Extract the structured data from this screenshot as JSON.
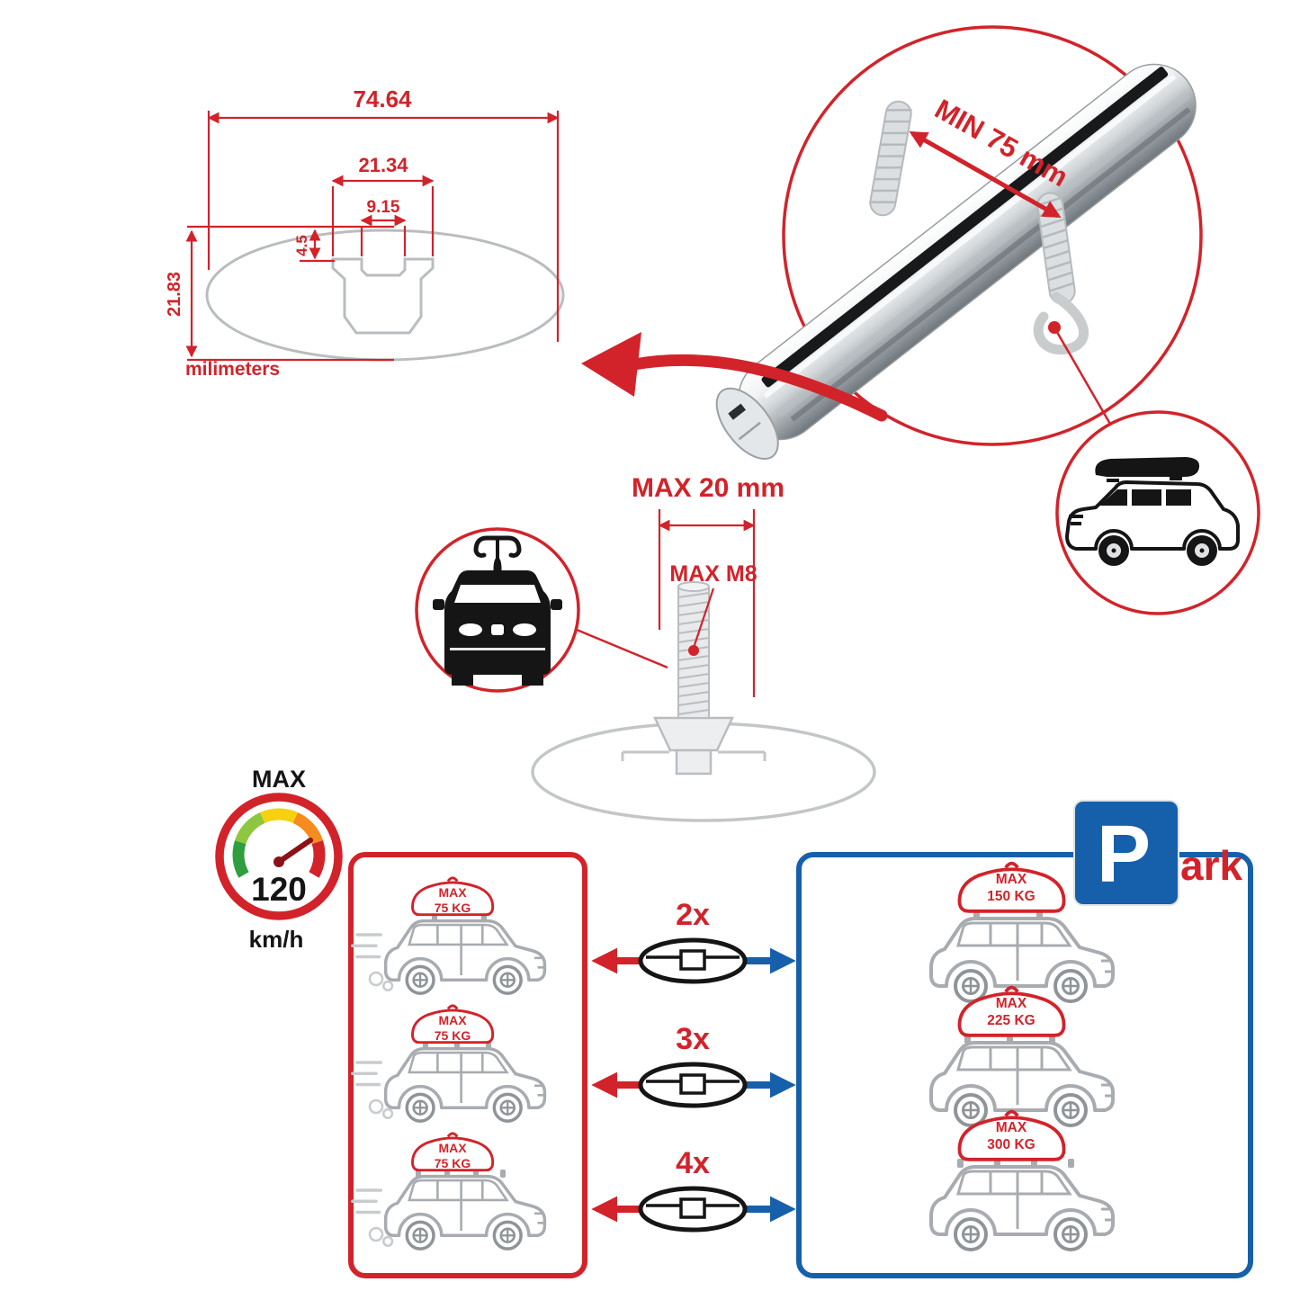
{
  "colors": {
    "red": "#d2232a",
    "blue": "#1660ab",
    "gray": "#b9bdc0",
    "dark": "#151515"
  },
  "cross_section": {
    "total_width": "74.64",
    "channel_width": "21.34",
    "slot_width": "9.15",
    "slot_depth": "4.5",
    "total_height": "21.83",
    "units_label": "milimeters"
  },
  "clamp_detail": {
    "min_grip_label": "MIN 75 mm"
  },
  "bolt_detail": {
    "max_length_label": "MAX 20 mm",
    "max_thread_label": "MAX M8"
  },
  "speed_limit": {
    "title": "MAX",
    "value": "120",
    "unit": "km/h"
  },
  "parking_sign": {
    "letter": "P",
    "suffix": "ark"
  },
  "bar_counts": [
    "2x",
    "3x",
    "4x"
  ],
  "capacity_driving": {
    "cars": [
      {
        "max_label": "MAX",
        "weight": "75 KG"
      },
      {
        "max_label": "MAX",
        "weight": "75 KG"
      },
      {
        "max_label": "MAX",
        "weight": "75 KG"
      }
    ]
  },
  "capacity_parked": {
    "cars": [
      {
        "max_label": "MAX",
        "weight": "150 KG"
      },
      {
        "max_label": "MAX",
        "weight": "225 KG"
      },
      {
        "max_label": "MAX",
        "weight": "300 KG"
      }
    ]
  }
}
